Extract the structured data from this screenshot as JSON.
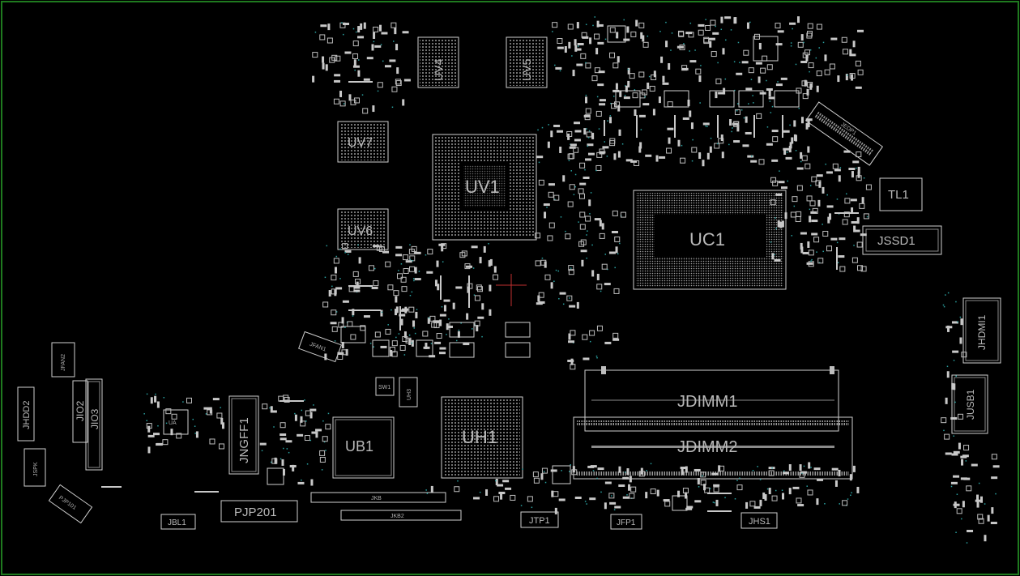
{
  "board": {
    "background": "#000000",
    "frame_color": "#1f7a1f",
    "outline_color": "#cfcfcf",
    "via_color": "#2aa0a0"
  },
  "components": {
    "uv1": "UV1",
    "uv4": "UV4",
    "uv5": "UV5",
    "uv6": "UV6",
    "uv7": "UV7",
    "uc1": "UC1",
    "uh1": "UH1",
    "ub1": "UB1",
    "ua": "UA",
    "tl1": "TL1",
    "jssd1": "JSSD1",
    "jedp1": "JEDP1",
    "jhdmi1": "JHDMI1",
    "jusb1": "JUSB1",
    "jdimm1": "JDIMM1",
    "jdimm2": "JDIMM2",
    "jngff1": "JNGFF1",
    "pjp201": "PJP201",
    "pjp101": "PJP101",
    "jfan1": "JFAN1",
    "jfan2": "JFAN2",
    "jhdd2": "JHDD2",
    "jio2": "JIO2",
    "jio3": "JIO3",
    "jspk": "JSPK",
    "jbl1": "JBL1",
    "jtp1": "JTP1",
    "jfp1": "JFP1",
    "jhs1": "JHS1",
    "jkb": "JKB",
    "jkb2": "JKB2",
    "sw1": "SW1",
    "uh3": "UH3"
  }
}
